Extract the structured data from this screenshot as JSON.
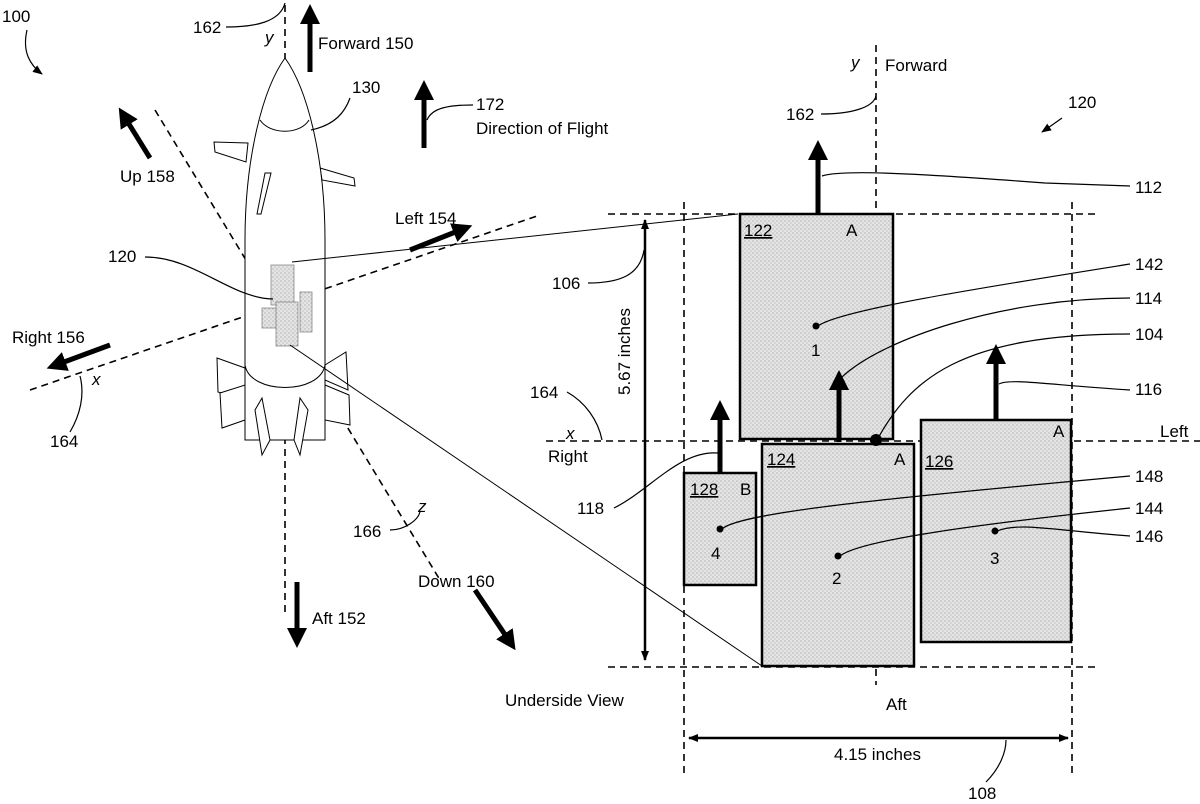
{
  "figure": {
    "ref_main": "100",
    "title_view": "Underside View",
    "ref_vehicle": "130",
    "ref_assembly_left": "120",
    "ref_assembly_right": "120"
  },
  "left_view": {
    "axes": {
      "y_label": "y",
      "y_ref": "162",
      "x_label": "x",
      "x_ref": "164",
      "z_label": "z",
      "z_ref": "166"
    },
    "directions": {
      "forward": "Forward 150",
      "aft": "Aft 152",
      "left": "Left 154",
      "right": "Right 156",
      "up": "Up 158",
      "down": "Down 160"
    },
    "flight": {
      "ref": "172",
      "label": "Direction of Flight"
    }
  },
  "right_view": {
    "axes": {
      "y_label": "y",
      "y_ref": "162",
      "x_label": "x",
      "x_ref": "164",
      "forward": "Forward",
      "aft": "Aft",
      "left": "Left",
      "right": "Right"
    },
    "dimensions": {
      "height": "5.67 inches",
      "height_ref": "106",
      "width": "4.15 inches",
      "width_ref": "108"
    },
    "origin_ref": "104",
    "components": [
      {
        "ref": "122",
        "type": "A",
        "index": "1",
        "cg_ref": "142",
        "vector_ref": "112"
      },
      {
        "ref": "124",
        "type": "A",
        "index": "2",
        "cg_ref": "144",
        "vector_ref": "114"
      },
      {
        "ref": "126",
        "type": "A",
        "index": "3",
        "cg_ref": "146",
        "vector_ref": "116"
      },
      {
        "ref": "128",
        "type": "B",
        "index": "4",
        "cg_ref": "148",
        "vector_ref": "118"
      }
    ]
  }
}
